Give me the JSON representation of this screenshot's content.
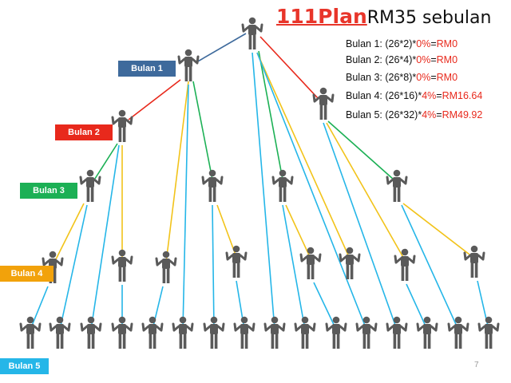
{
  "title": {
    "brand": "111Plan",
    "subtitle": "RM35 sebulan"
  },
  "formulas": [
    {
      "lead": "Bulan 1: (26*2)*",
      "rate": "0%",
      "eq": "=",
      "result": "RM0"
    },
    {
      "lead": "Bulan 2: (26*4)*",
      "rate": "0%",
      "eq": "=",
      "result": "RM0"
    },
    {
      "lead": "Bulan 3: (26*8)*",
      "rate": "0%",
      "eq": "=",
      "result": "RM0"
    },
    {
      "lead": "Bulan 4: (26*16)*",
      "rate": "4%",
      "eq": "=",
      "result": "RM16.64"
    },
    {
      "lead": "Bulan 5: (26*32)*",
      "rate": "4%",
      "eq": "=",
      "result": "RM49.92"
    }
  ],
  "levels": [
    {
      "label": "Bulan 1",
      "color": "#3e6a9c"
    },
    {
      "label": "Bulan 2",
      "color": "#e8291c"
    },
    {
      "label": "Bulan 3",
      "color": "#1cb055"
    },
    {
      "label": "Bulan 4",
      "color": "#f2a20b"
    },
    {
      "label": "Bulan 5",
      "color": "#25b6e8"
    }
  ],
  "line_colors": {
    "blue": "#3e6a9c",
    "red": "#e8291c",
    "green": "#1cb055",
    "yellow": "#f2c31a",
    "cyan": "#25b6e8"
  },
  "person_color": "#5a5a5a",
  "page_number": "7"
}
